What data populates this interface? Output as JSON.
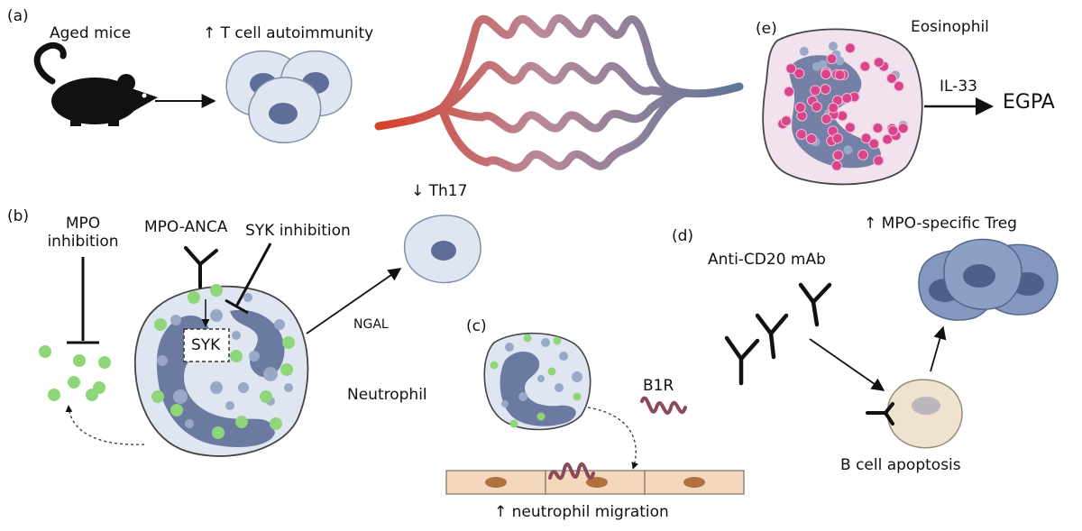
{
  "panels": {
    "a": "(a)",
    "b": "(b)",
    "c": "(c)",
    "d": "(d)",
    "e": "(e)"
  },
  "panel_a": {
    "mouse_label": "Aged mice",
    "tcell_label": "↑ T cell autoimmunity"
  },
  "panel_b": {
    "mpo_inhibition_label": "MPO\ninhibition",
    "mpo_anca_label": "MPO-ANCA",
    "syk_inhibition_label": "SYK inhibition",
    "syk_box_label": "SYK",
    "neutrophil_label": "Neutrophil",
    "ngal_label": "NGAL",
    "th17_label": "↓ Th17"
  },
  "panel_c": {
    "b1r_label": "B1R",
    "migration_label": "↑ neutrophil migration"
  },
  "panel_d": {
    "antibody_label": "Anti-CD20 mAb",
    "treg_label": "↑ MPO-specific Treg",
    "apoptosis_label": "B cell apoptosis"
  },
  "panel_e": {
    "eosinophil_label": "Eosinophil",
    "il33_label": "IL-33",
    "egpa_label": "EGPA"
  },
  "colors": {
    "cell_fill": "#dfe6f1",
    "cell_stroke": "#7f8fa8",
    "nucleus": "#5e6e98",
    "granule_green": "#8fd67a",
    "granule_pink": "#d9448a",
    "granule_blue": "#9aa8c8",
    "endothelium": "#f3d8bd",
    "endo_nucleus": "#b07040",
    "receptor": "#8a4a5a",
    "b_cell_fill": "#efe3d0",
    "ribbon_red": "#d6402a",
    "ribbon_blue": "#8ea7c7"
  }
}
